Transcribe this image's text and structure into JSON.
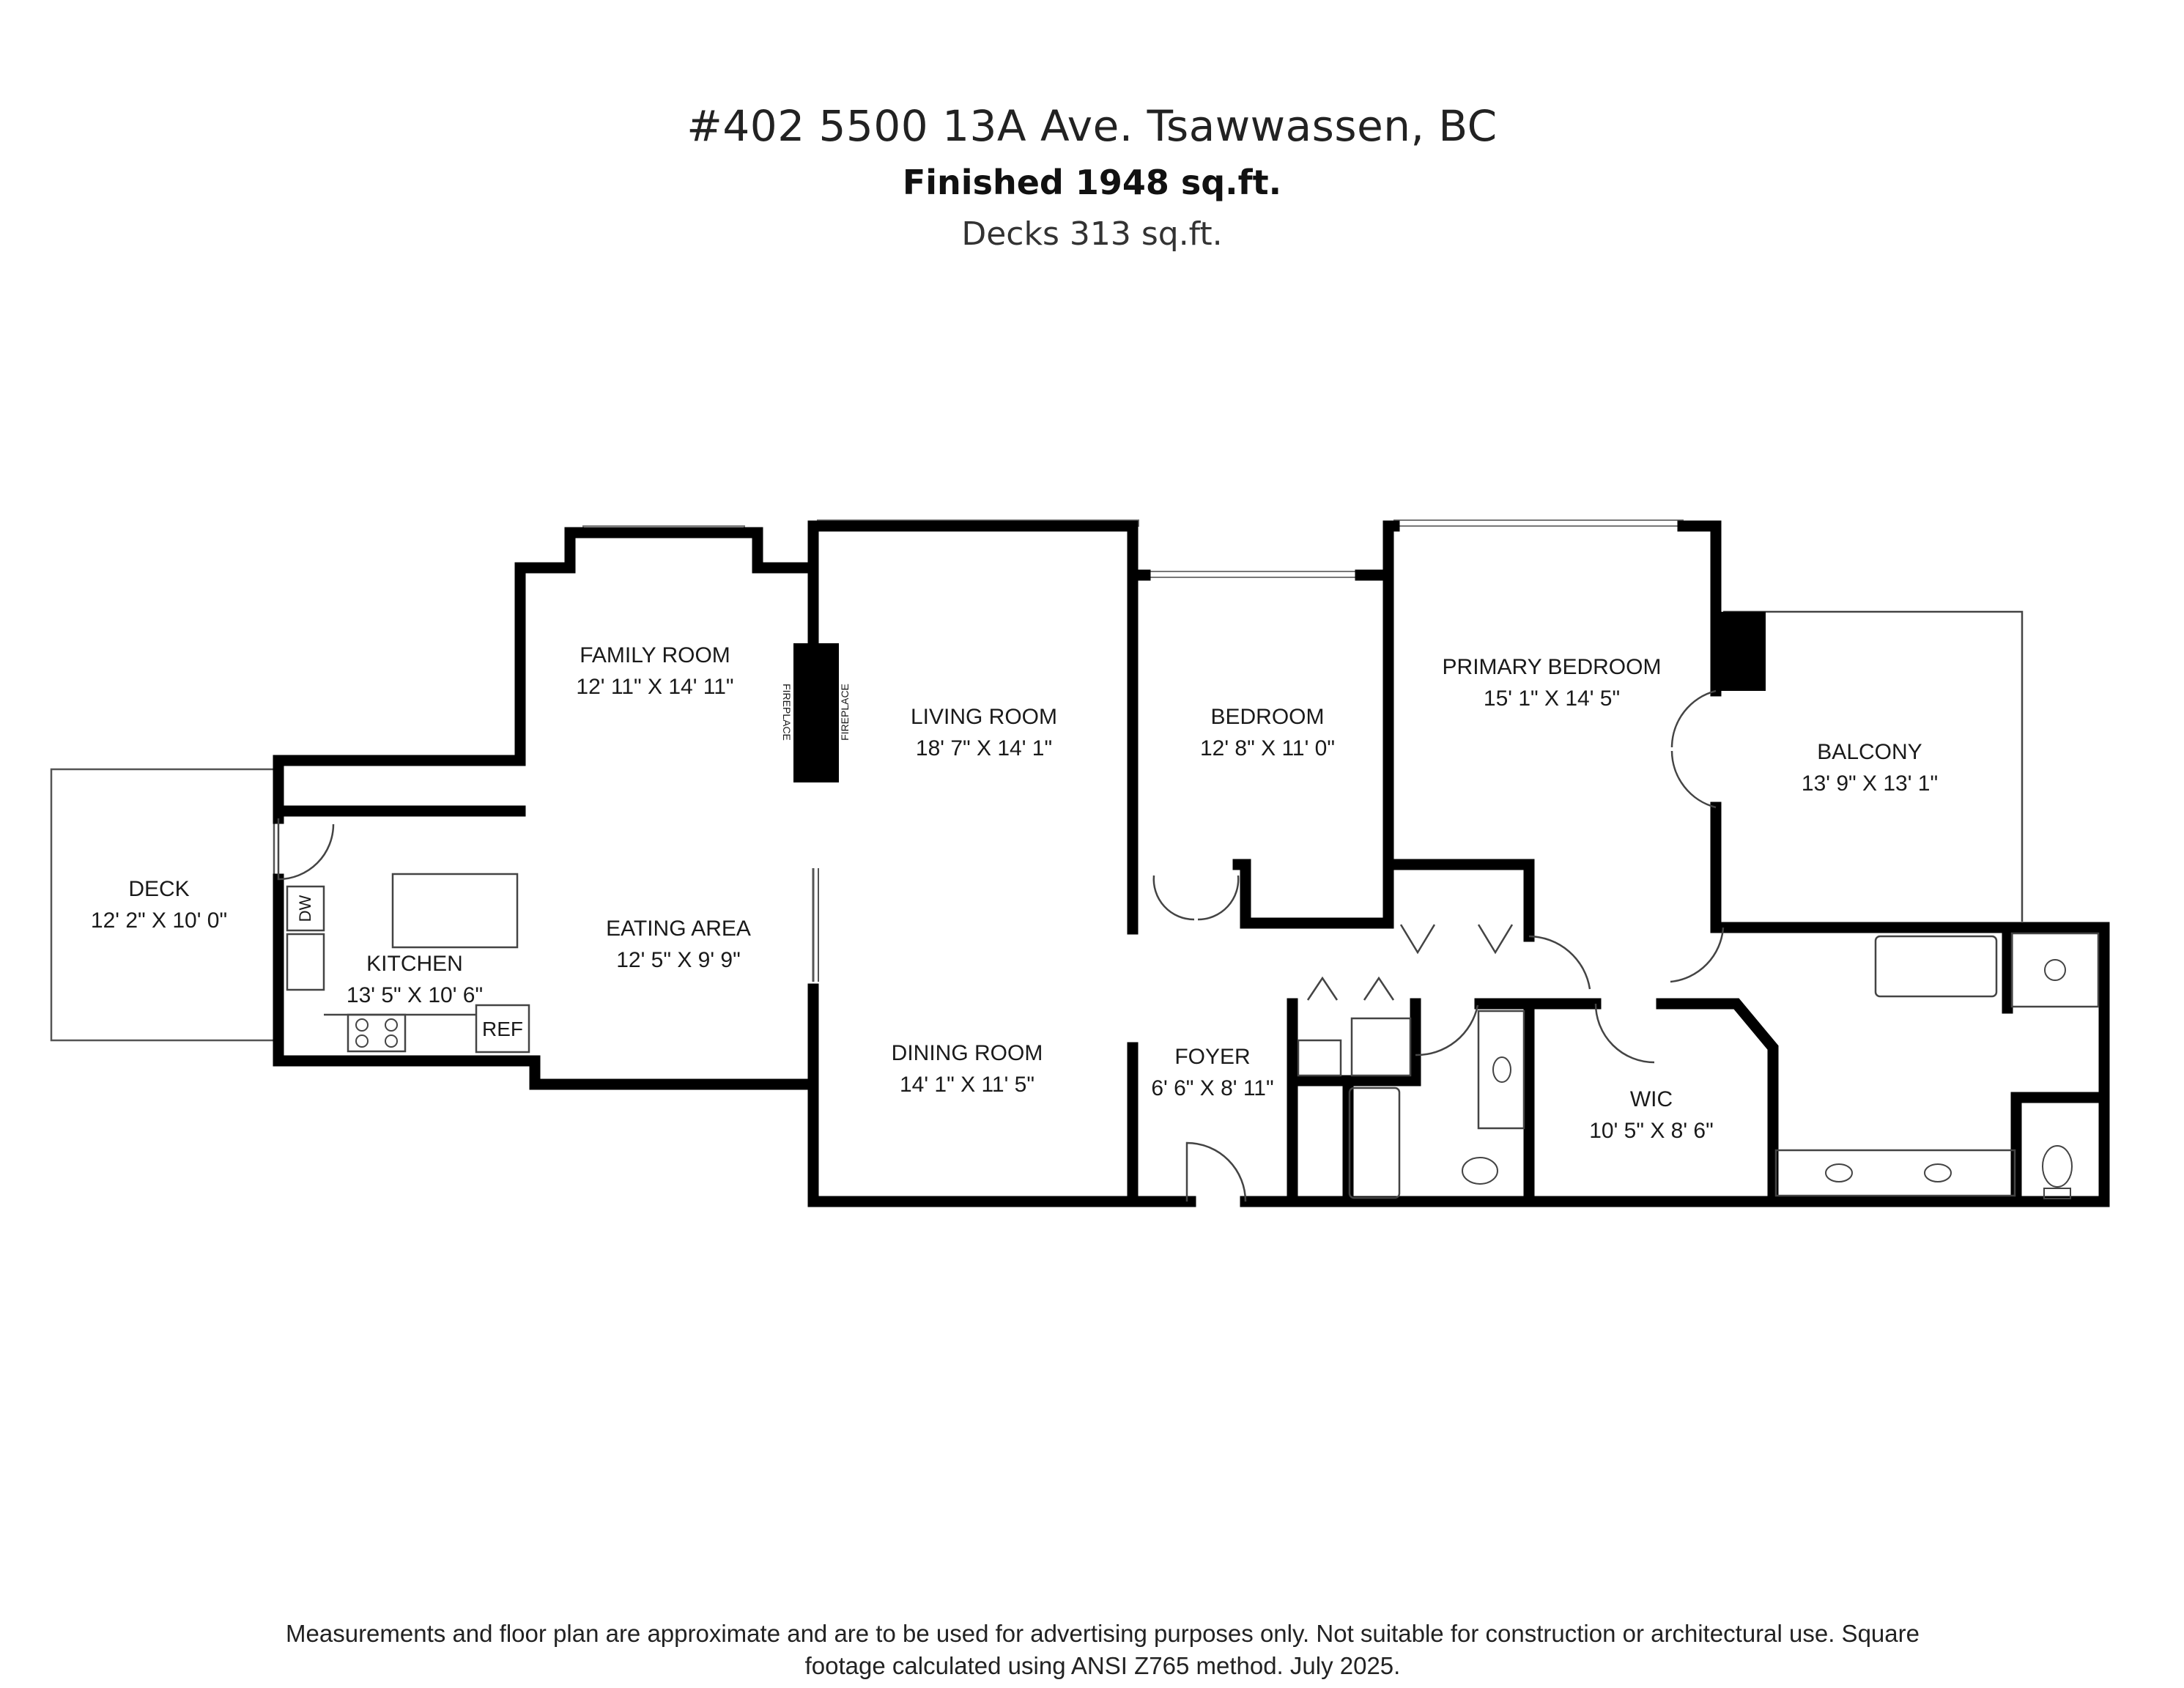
{
  "header": {
    "address": "#402 5500 13A Ave. Tsawwassen, BC",
    "finished": "Finished  1948 sq.ft.",
    "decks": "Decks 313 sq.ft."
  },
  "rooms": {
    "deck": {
      "name": "DECK",
      "dims": "12' 2\" X 10' 0\""
    },
    "kitchen": {
      "name": "KITCHEN",
      "dims": "13' 5\" X 10' 6\""
    },
    "family_room": {
      "name": "FAMILY ROOM",
      "dims": "12' 11\" X 14' 11\""
    },
    "eating_area": {
      "name": "EATING AREA",
      "dims": "12' 5\" X 9' 9\""
    },
    "living_room": {
      "name": "LIVING ROOM",
      "dims": "18' 7\" X 14' 1\""
    },
    "dining_room": {
      "name": "DINING ROOM",
      "dims": "14' 1\" X 11' 5\""
    },
    "bedroom": {
      "name": "BEDROOM",
      "dims": "12' 8\" X 11' 0\""
    },
    "foyer": {
      "name": "FOYER",
      "dims": "6' 6\" X 8' 11\""
    },
    "primary_bedroom": {
      "name": "PRIMARY BEDROOM",
      "dims": "15' 1\" X 14' 5\""
    },
    "balcony": {
      "name": "BALCONY",
      "dims": "13' 9\" X 13' 1\""
    },
    "wic": {
      "name": "WIC",
      "dims": "10' 5\" X 8' 6\""
    }
  },
  "fixtures": {
    "fireplace": "FIREPLACE",
    "dishwasher": "DW",
    "refrigerator": "REF"
  },
  "disclaimer": "Measurements and floor plan are approximate and are to be used for advertising purposes only. Not suitable for construction or architectural use. Square footage calculated using ANSI Z765 method. July 2025."
}
